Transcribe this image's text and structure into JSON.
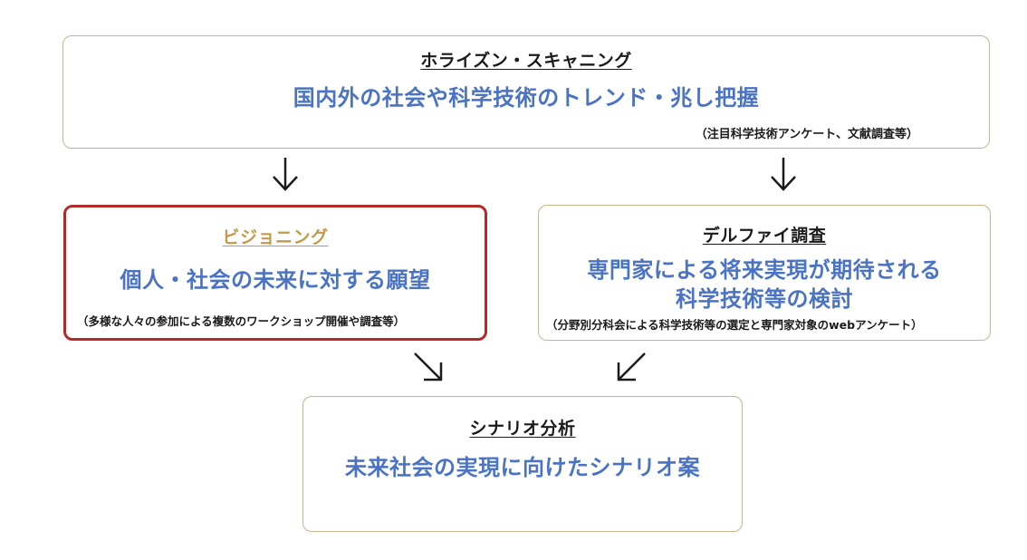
{
  "horizon": {
    "title": "ホライズン・スキャニング",
    "main": "国内外の社会や科学技術のトレンド・兆し把握",
    "note": "（注目科学技術アンケート、文献調査等）"
  },
  "vision": {
    "title": "ビジョニング",
    "main": "個人・社会の未来に対する願望",
    "note": "（多様な人々の参加による複数のワークショップ開催や調査等）"
  },
  "delphi": {
    "title": "デルファイ調査",
    "main_line1": "専門家による将来実現が期待される",
    "main_line2": "科学技術等の検討",
    "note": "（分野別分科会による科学技術等の選定と専門家対象のwebアンケート）"
  },
  "scenario": {
    "title": "シナリオ分析",
    "main": "未来社会の実現に向けたシナリオ案"
  }
}
